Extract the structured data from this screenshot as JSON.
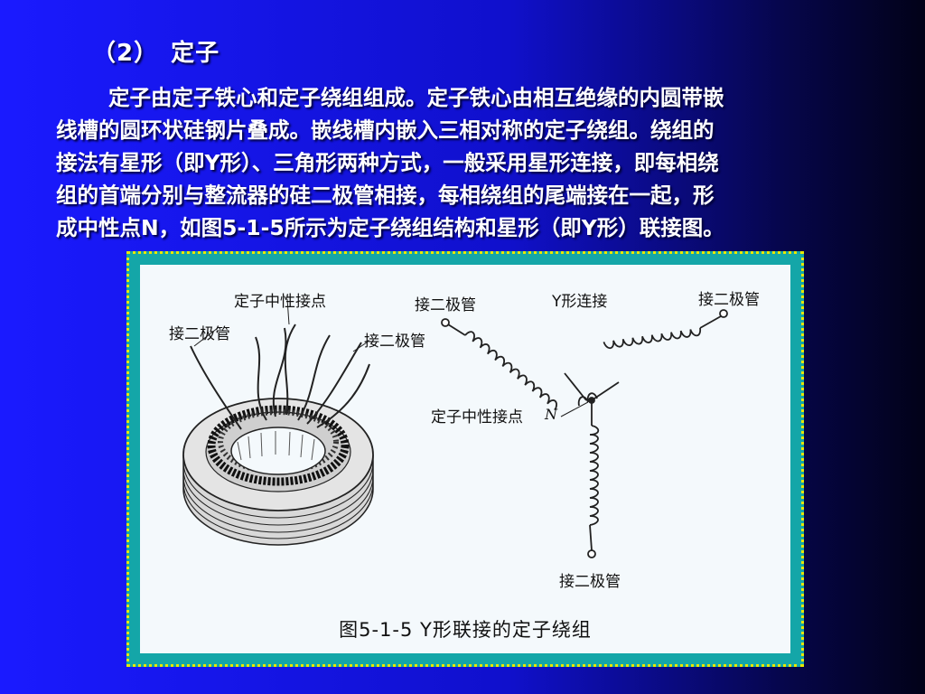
{
  "heading": {
    "number": "（2）",
    "title": "定子"
  },
  "paragraph": [
    "定子由定子铁心和定子绕组组成。定子铁心由相互绝缘的内圆带嵌",
    "线槽的圆环状硅钢片叠成。嵌线槽内嵌入三相对称的定子绕组。绕组的",
    "接法有星形（即Y形）、三角形两种方式，一般采用星形连接，即每相绕",
    "组的首端分别与整流器的硅二极管相接，每相绕组的尾端接在一起，形",
    "成中性点N，如图5-1-5所示为定子绕组结构和星形（即Y形）联接图。"
  ],
  "figure": {
    "labels": {
      "neutral_left": "定子中性接点",
      "diode_left": "接二极管",
      "diode_mid": "接二极管",
      "diode_top_left": "接二极管",
      "y_connection": "Y形连接",
      "diode_top_right": "接二极管",
      "neutral_right": "定子中性接点",
      "neutral_symbol": "N",
      "diode_bottom": "接二极管"
    },
    "caption": "图5-1-5  Y形联接的定子绕组"
  },
  "colors": {
    "accent_frame": "#14a6a8",
    "dotted_border": "#e8e800",
    "text": "#ffffff"
  }
}
